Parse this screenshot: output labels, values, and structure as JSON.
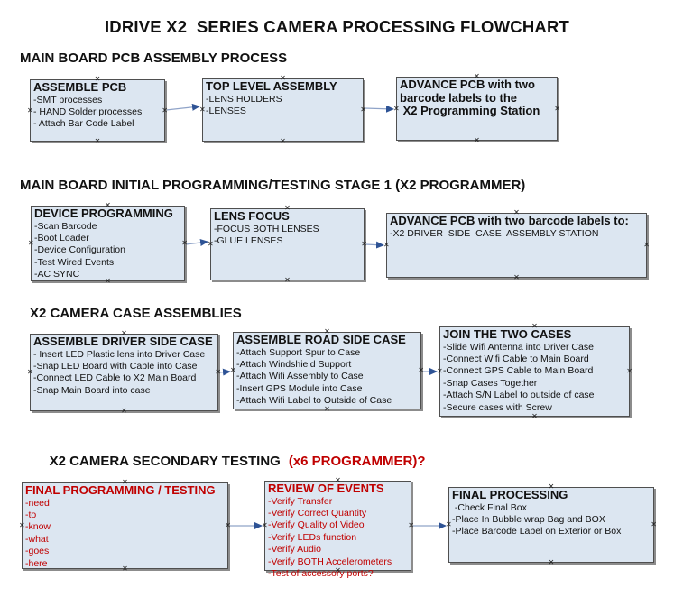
{
  "page_title": "IDRIVE X2  SERIES CAMERA PROCESSING FLOWCHART",
  "colors": {
    "box_fill": "#dce6f1",
    "box_border": "#4f4f4f",
    "red_text": "#c00000",
    "arrow_line": "#8fa3c8",
    "arrow_head": "#2e5395"
  },
  "icons": {
    "connection_point": "✕"
  },
  "sections": [
    {
      "heading": "MAIN BOARD PCB ASSEMBLY PROCESS",
      "boxes": [
        {
          "title": "ASSEMBLE PCB",
          "lines": [
            "-SMT processes",
            "- HAND Solder processes",
            "- Attach Bar Code Label"
          ]
        },
        {
          "title": "TOP LEVEL ASSEMBLY",
          "lines": [
            "-LENS HOLDERS",
            "-LENSES"
          ]
        },
        {
          "title": "ADVANCE PCB with two\nbarcode labels to the\n X2 Programming Station",
          "lines": []
        }
      ]
    },
    {
      "heading": "MAIN BOARD INITIAL PROGRAMMING/TESTING STAGE 1 (X2 PROGRAMMER)",
      "boxes": [
        {
          "title": "DEVICE PROGRAMMING",
          "lines": [
            "-Scan Barcode",
            "-Boot Loader",
            "-Device Configuration",
            "-Test Wired Events",
            "-AC SYNC"
          ]
        },
        {
          "title": "LENS FOCUS",
          "lines": [
            "-FOCUS BOTH LENSES",
            "-GLUE LENSES"
          ]
        },
        {
          "title": "ADVANCE PCB with two barcode labels to:",
          "lines": [
            "-X2 DRIVER  SIDE  CASE  ASSEMBLY STATION"
          ]
        }
      ]
    },
    {
      "heading": "X2 CAMERA CASE ASSEMBLIES",
      "boxes": [
        {
          "title": "ASSEMBLE DRIVER SIDE CASE",
          "lines": [
            "- Insert LED Plastic lens into Driver Case",
            "-Snap LED Board with Cable into Case",
            "-Connect LED Cable to X2 Main Board",
            "-Snap Main Board into case"
          ]
        },
        {
          "title": "ASSEMBLE ROAD SIDE CASE",
          "lines": [
            "-Attach Support Spur to Case",
            "-Attach Windshield Support",
            "-Attach Wifi Assembly to Case",
            "-Insert GPS Module into Case",
            "-Attach Wifi Label to Outside of Case"
          ]
        },
        {
          "title": "JOIN THE TWO CASES",
          "lines": [
            "-Slide Wifi Antenna into Driver Case",
            "-Connect Wifi Cable to Main Board",
            "-Connect GPS Cable to Main Board",
            "-Snap Cases Together",
            "-Attach S/N Label to outside of case",
            "-Secure cases with Screw"
          ]
        }
      ]
    },
    {
      "heading": "X2 CAMERA SECONDARY TESTING",
      "heading_suffix": "(x6 PROGRAMMER)?",
      "boxes": [
        {
          "title": "FINAL PROGRAMMING / TESTING",
          "lines": [
            "-need",
            "-to",
            "-know",
            "-what",
            "-goes",
            "-here"
          ]
        },
        {
          "title": "REVIEW OF EVENTS",
          "lines": [
            "-Verify Transfer",
            "-Verify Correct Quantity",
            "-Verify Quality of Video",
            "-Verify LEDs function",
            "-Verify Audio",
            "-Verify BOTH Accelerometers",
            "-Test of accessory ports?"
          ]
        },
        {
          "title": "FINAL PROCESSING",
          "lines": [
            " -Check Final Box",
            "-Place In Bubble wrap Bag and BOX",
            "-Place Barcode Label on Exterior or Box"
          ]
        }
      ]
    }
  ]
}
